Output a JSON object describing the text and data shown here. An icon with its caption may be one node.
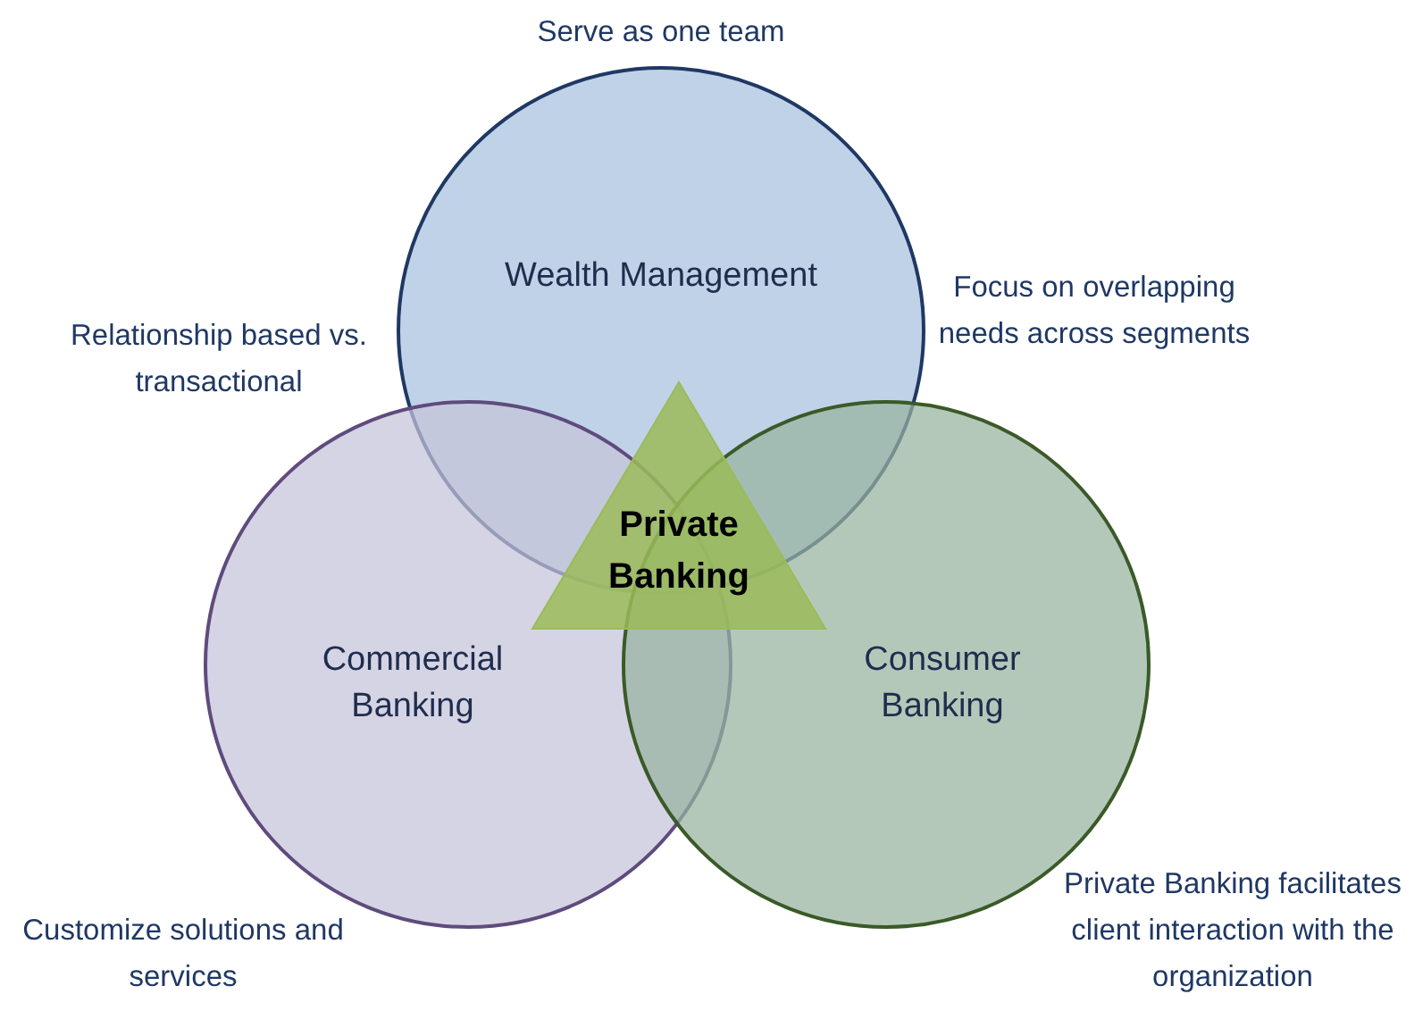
{
  "diagram": {
    "nodes": [
      {
        "text": [
          "Wealth Management"
        ]
      },
      {
        "text": [
          "Commercial Banking"
        ]
      },
      {
        "text": [
          "Consumer Banking"
        ]
      },
      {
        "text": [
          "Private Banking"
        ]
      }
    ],
    "labels": [
      "Serve as one team",
      "Relationship based vs. transactional",
      "Focus on overlapping needs across segments",
      "Customize solutions and services",
      "Private Banking facilitates client interaction with the organization"
    ]
  }
}
